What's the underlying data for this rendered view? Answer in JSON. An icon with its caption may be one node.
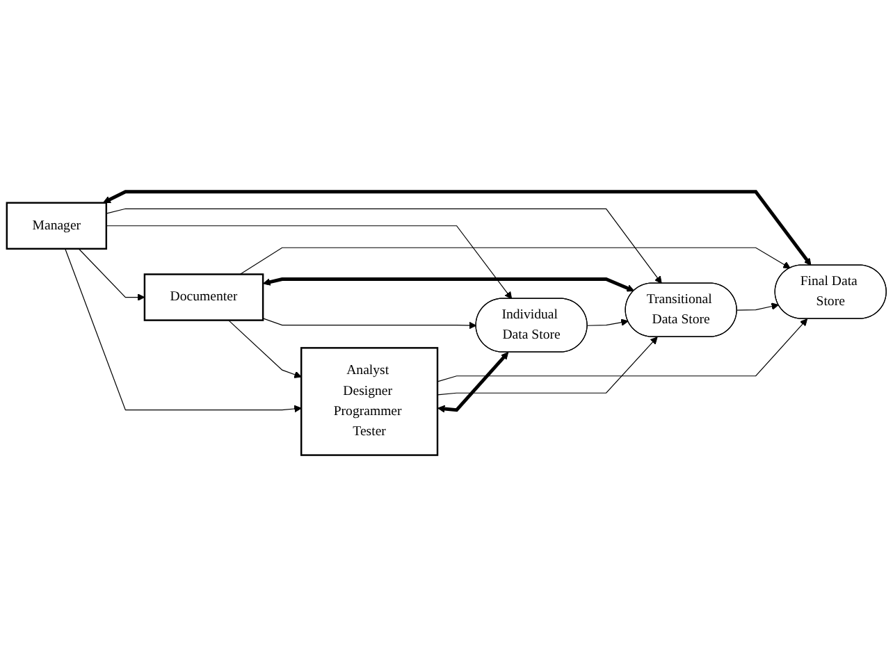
{
  "diagram": {
    "nodes": [
      {
        "text": [
          "Manager"
        ]
      },
      {
        "text": [
          "Documenter"
        ]
      },
      {
        "text": [
          "Analyst Designer Programmer Tester"
        ]
      },
      {
        "text": [
          "Final Data Store"
        ]
      },
      {
        "text": [
          "Transitional Data Store"
        ]
      },
      {
        "text": [
          "Individual Data Store"
        ]
      }
    ],
    "edges": [
      {
        "from": 0,
        "to": 3,
        "arrow": "both",
        "style": "thick"
      },
      {
        "from": 0,
        "to": 4,
        "arrow": "to"
      },
      {
        "from": 0,
        "to": 5,
        "arrow": "to"
      },
      {
        "from": 0,
        "to": 1,
        "arrow": "to"
      },
      {
        "from": 0,
        "to": 2,
        "arrow": "to"
      },
      {
        "from": 1,
        "to": 3,
        "arrow": "to"
      },
      {
        "from": 1,
        "to": 4,
        "arrow": "both",
        "style": "thick"
      },
      {
        "from": 1,
        "to": 5,
        "arrow": "to"
      },
      {
        "from": 1,
        "to": 2,
        "arrow": "to"
      },
      {
        "from": 2,
        "to": 3,
        "arrow": "to"
      },
      {
        "from": 2,
        "to": 4,
        "arrow": "to"
      },
      {
        "from": 2,
        "to": 5,
        "arrow": "both",
        "style": "thick"
      },
      {
        "from": 5,
        "to": 4,
        "arrow": "to"
      },
      {
        "from": 4,
        "to": 3,
        "arrow": "to"
      }
    ]
  }
}
